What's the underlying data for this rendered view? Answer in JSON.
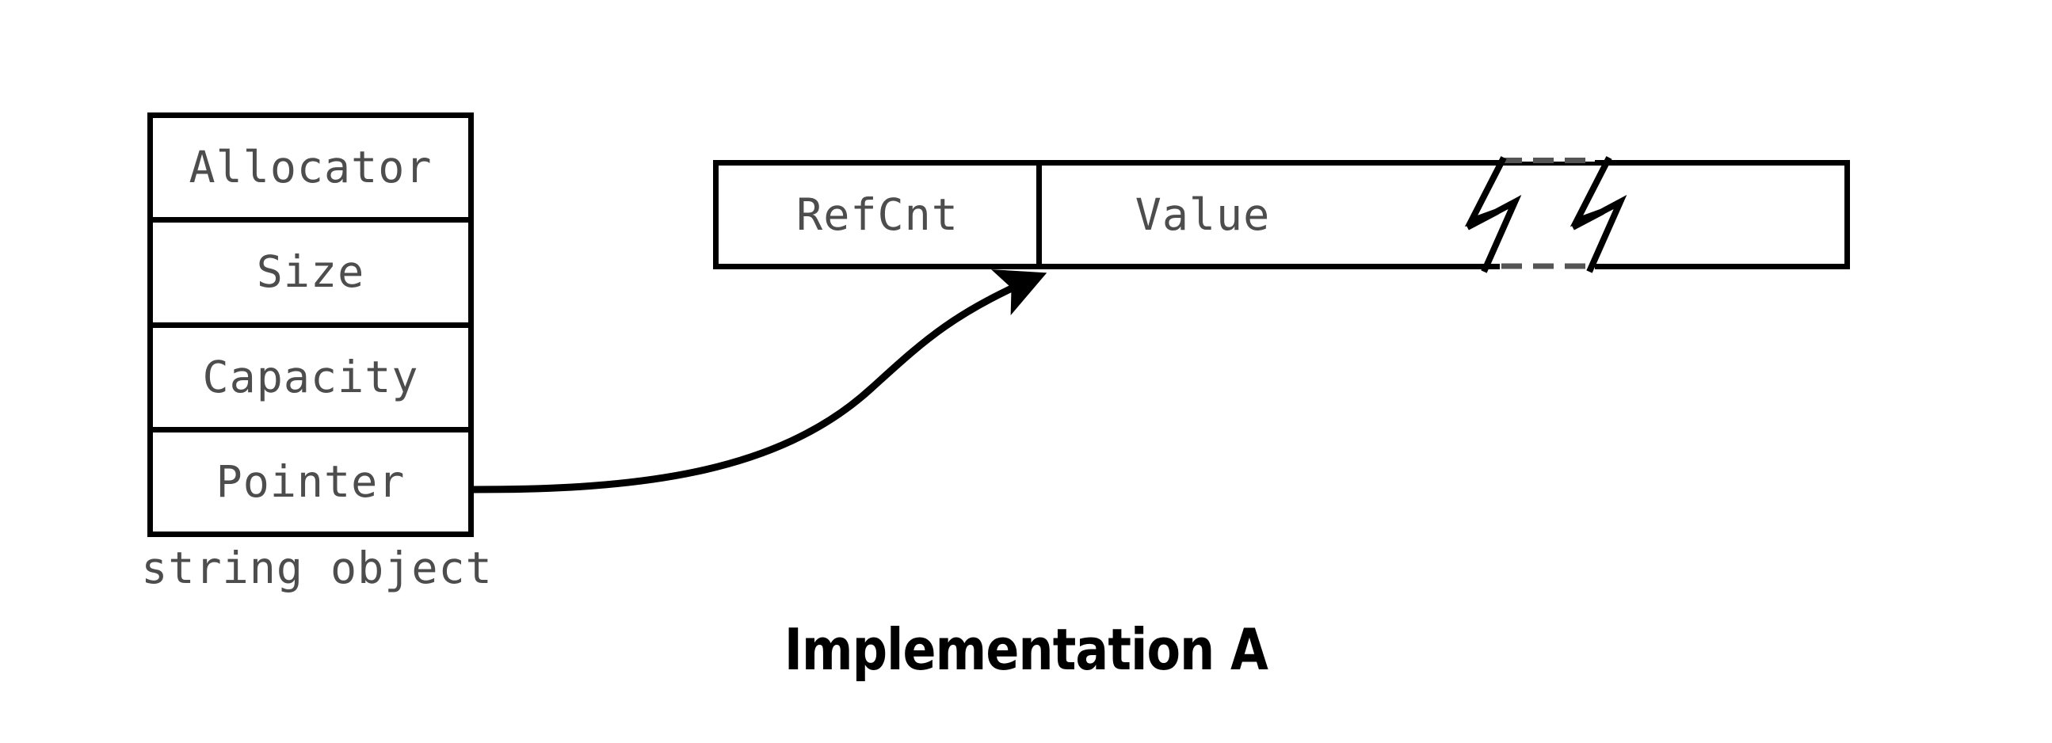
{
  "diagram": {
    "title": "Implementation A",
    "struct": {
      "caption": "string object",
      "rows": [
        {
          "label": "Allocator"
        },
        {
          "label": "Size"
        },
        {
          "label": "Capacity"
        },
        {
          "label": "Pointer"
        }
      ]
    },
    "buffer": {
      "cells": [
        {
          "label": "RefCnt"
        },
        {
          "label": "Value"
        },
        {
          "label": ""
        }
      ],
      "break_symbol": "lightning-break"
    },
    "arrow": {
      "from": "Pointer",
      "to": "Value",
      "style": "curved-arrow"
    },
    "colors": {
      "stroke": "#000000",
      "text": "#4d4d4d",
      "title": "#000000",
      "dash": "#555555",
      "background": "#ffffff"
    }
  }
}
